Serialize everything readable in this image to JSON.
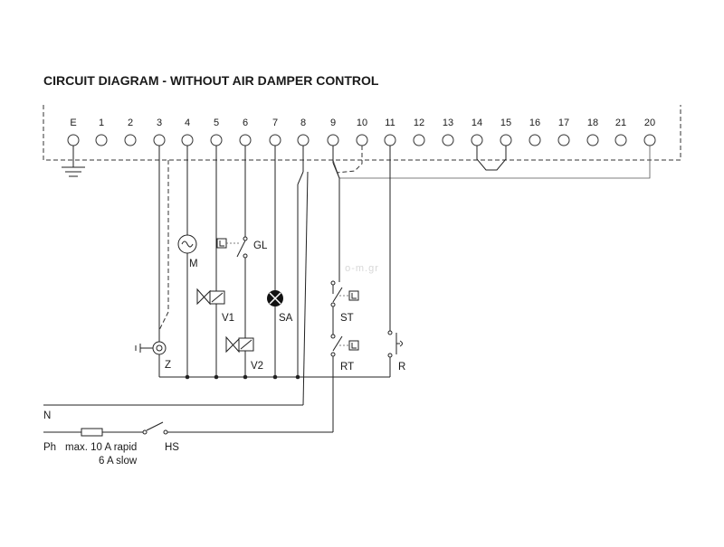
{
  "title": "CIRCUIT DIAGRAM - WITHOUT AIR DAMPER CONTROL",
  "terminals": [
    "E",
    "1",
    "2",
    "3",
    "4",
    "5",
    "6",
    "7",
    "8",
    "9",
    "10",
    "11",
    "12",
    "13",
    "14",
    "15",
    "16",
    "17",
    "18",
    "21",
    "20"
  ],
  "components": {
    "motor": "M",
    "valve1": "V1",
    "valve2": "V2",
    "ignition": "Z",
    "gas_pressure": "GL",
    "alarm": "SA",
    "safety_thermostat": "ST",
    "regulating_thermostat": "RT",
    "reset": "R"
  },
  "supply": {
    "neutral": "N",
    "phase": "Ph",
    "fuse_line1": "max. 10 A rapid",
    "fuse_line2": "6 A slow",
    "main_switch": "HS"
  },
  "watermark": "o-m.gr"
}
